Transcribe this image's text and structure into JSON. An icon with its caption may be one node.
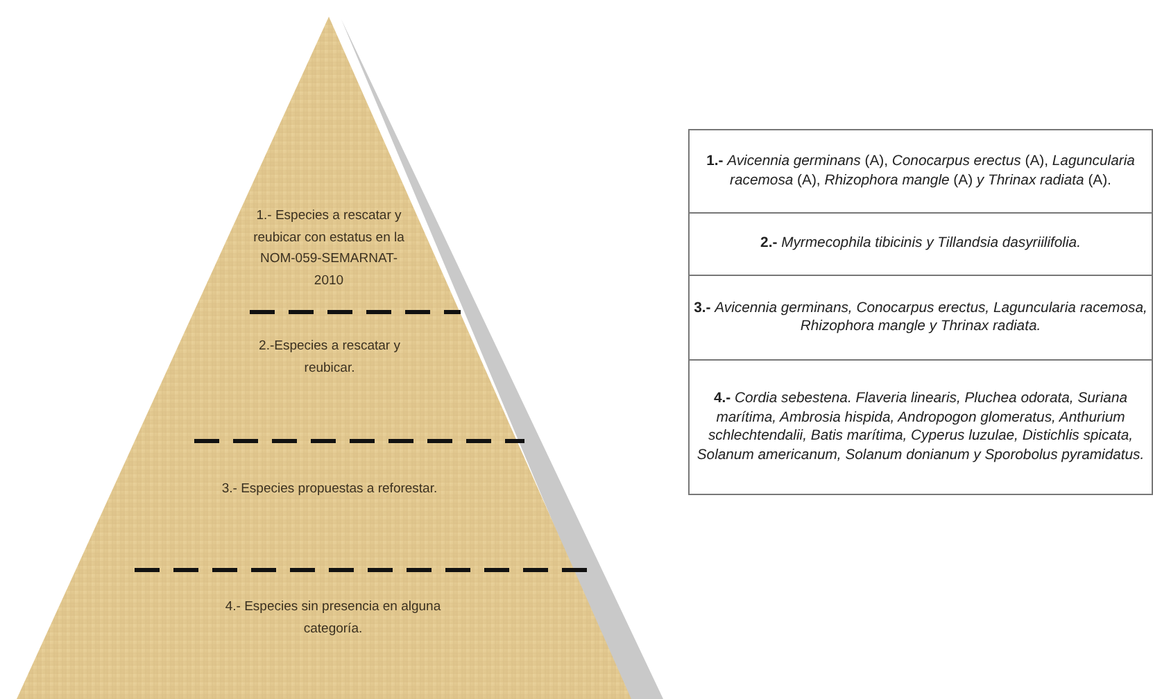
{
  "diagram": {
    "nodes": [
      {
        "text": [
          "1.- Especies a rescatar y reubicar con estatus en la NOM-059-SEMARNAT-2010"
        ]
      },
      {
        "text": [
          "2.-Especies a rescatar y reubicar."
        ]
      },
      {
        "text": [
          "3.- Especies  propuestas a reforestar."
        ]
      },
      {
        "text": [
          "4.- Especies sin presencia en alguna categoría."
        ]
      },
      {
        "text": [
          "**1.-** *Avicennia germinans* (A), *Conocarpus erectus* (A), *Laguncularia racemosa* (A), *Rhizophora mangle* (A) *y Thrinax radiata* (A)."
        ]
      },
      {
        "text": [
          "**2.-** *Myrmecophila tibicinis y Tillandsia dasyriilifolia.*"
        ]
      },
      {
        "text": [
          "**3.-** *Avicennia germinans, Conocarpus erectus, Laguncularia racemosa, Rhizophora mangle y Thrinax radiata.*"
        ]
      },
      {
        "text": [
          "**4.-** *Cordia sebestena. Flaveria linearis, Pluchea odorata, Suriana marítima, Ambrosia hispida, Andropogon glomeratus, Anthurium schlechtendalii, Batis marítima, Cyperus luzulae, Distichlis spicata, Solanum americanum, Solanum donianum y Sporobolus pyramidatus.*"
        ]
      }
    ]
  }
}
